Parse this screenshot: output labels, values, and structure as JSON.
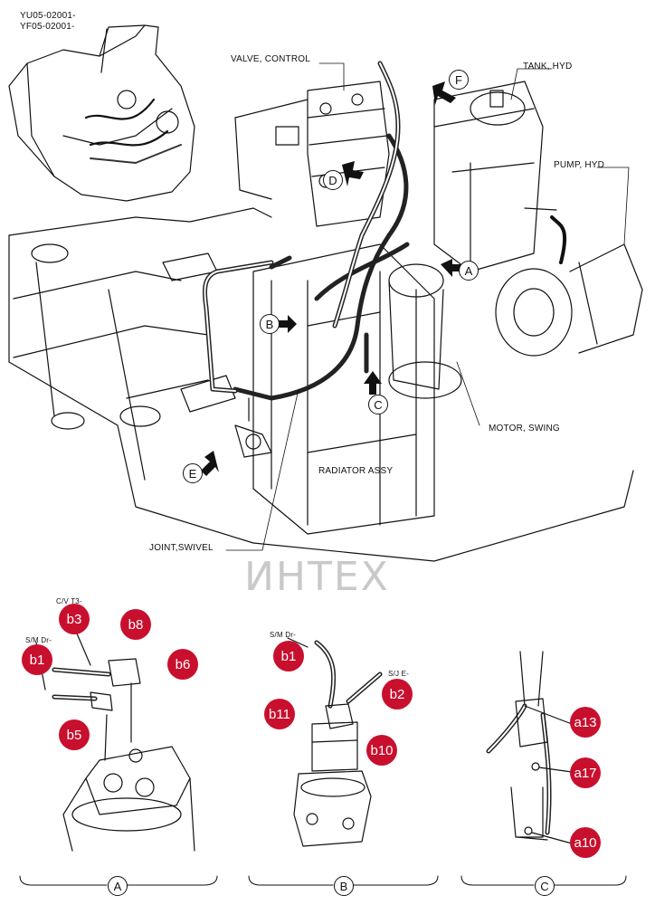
{
  "model_codes": [
    "YU05-02001-",
    "YF05-02001-"
  ],
  "labels": {
    "valve_control": "VALVE, CONTROL",
    "tank_hyd": "TANK, HYD",
    "pump_hyd": "PUMP, HYD",
    "motor_swing": "MOTOR, SWING",
    "radiator_assy": "RADIATOR ASSY",
    "joint_swivel": "JOINT,SWIVEL"
  },
  "view_letters": [
    "A",
    "B",
    "C",
    "D",
    "E",
    "F"
  ],
  "detail_a": {
    "port_labels": [
      "C/V T3-",
      "S/M Dr-"
    ],
    "callouts": [
      "b3",
      "b8",
      "b1",
      "b6",
      "b5"
    ]
  },
  "detail_b": {
    "port_labels": [
      "S/M Dr-",
      "S/J E-"
    ],
    "callouts": [
      "b1",
      "b2",
      "b11",
      "b10"
    ]
  },
  "detail_c": {
    "callouts": [
      "a13",
      "a17",
      "a10"
    ]
  },
  "section_letters": [
    "A",
    "B",
    "C"
  ],
  "watermark": "ИНТЕХ",
  "colors": {
    "callout": "#c8102e",
    "line": "#111111",
    "watermark": "#e8a0a0"
  }
}
